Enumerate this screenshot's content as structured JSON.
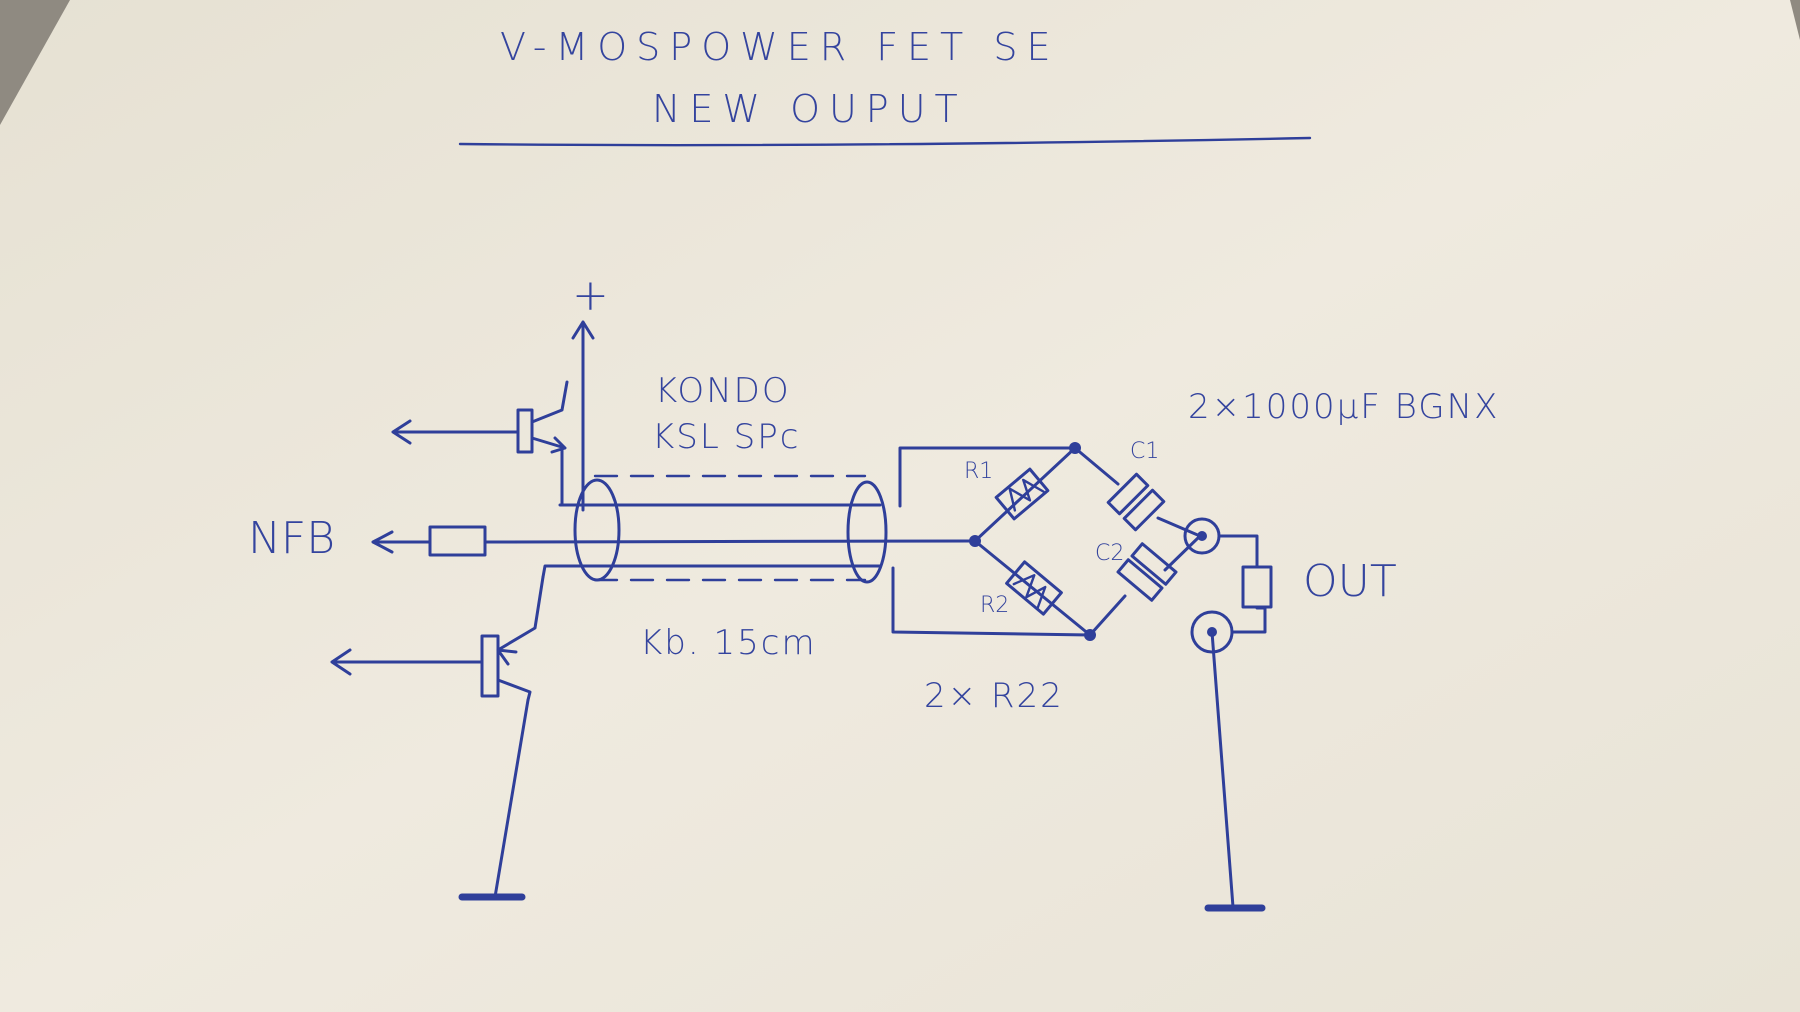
{
  "title": "V-MOSPOWER FET SE",
  "subtitle": "NEW OUPUT",
  "labels": {
    "plus": "+",
    "cable_brand": "KONDO",
    "cable_model": "KSL SPc",
    "nfb": "NFB",
    "cable_length": "Kb. 15cm",
    "capacitors": "2×1000μF BGNX",
    "r1": "R1",
    "r2": "R2",
    "c1": "C1",
    "c2": "C2",
    "resistors": "2× R22",
    "out": "OUT"
  },
  "colors": {
    "ink": "#2f3f9a",
    "paper": "#efeadd",
    "background": "#8f8a81"
  }
}
